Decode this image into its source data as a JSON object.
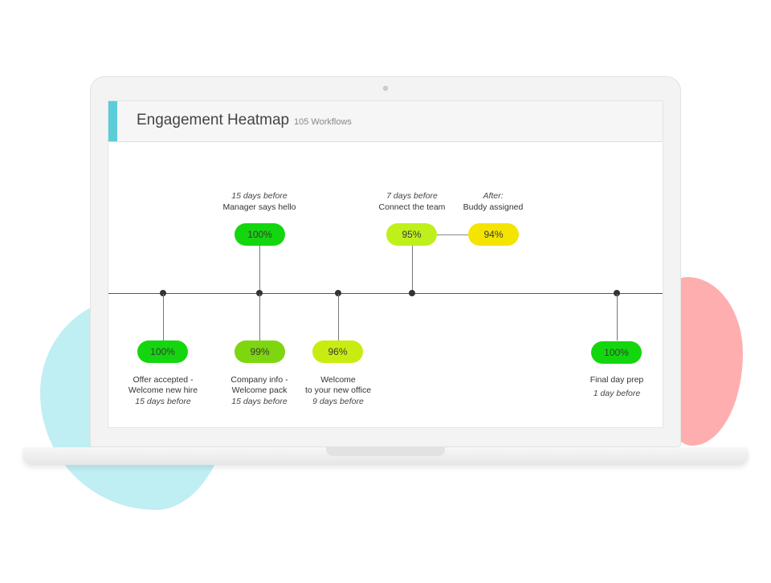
{
  "header": {
    "title": "Engagement Heatmap",
    "subtitle": "105 Workflows"
  },
  "colors": {
    "accent": "#5bcdd9",
    "level_100": "#14d60f",
    "level_99": "#7ed60f",
    "level_96": "#c8ec0f",
    "level_95": "#bff01c",
    "level_94": "#f4e400"
  },
  "top_nodes": [
    {
      "timing": "15 days before",
      "name": "Manager says hello",
      "value": "100%"
    },
    {
      "timing": "7 days before",
      "name": "Connect the team",
      "value": "95%"
    },
    {
      "timing": "After:",
      "name": "Buddy assigned",
      "value": "94%"
    }
  ],
  "bottom_nodes": [
    {
      "value": "100%",
      "line1": "Offer accepted -",
      "line2": "Welcome new hire",
      "timing": "15 days before"
    },
    {
      "value": "99%",
      "line1": "Company info -",
      "line2": "Welcome pack",
      "timing": "15 days before"
    },
    {
      "value": "96%",
      "line1": "Welcome",
      "line2": "to your new office",
      "timing": "9 days before"
    },
    {
      "value": "100%",
      "line1": "Final day prep",
      "timing": "1 day before"
    }
  ]
}
